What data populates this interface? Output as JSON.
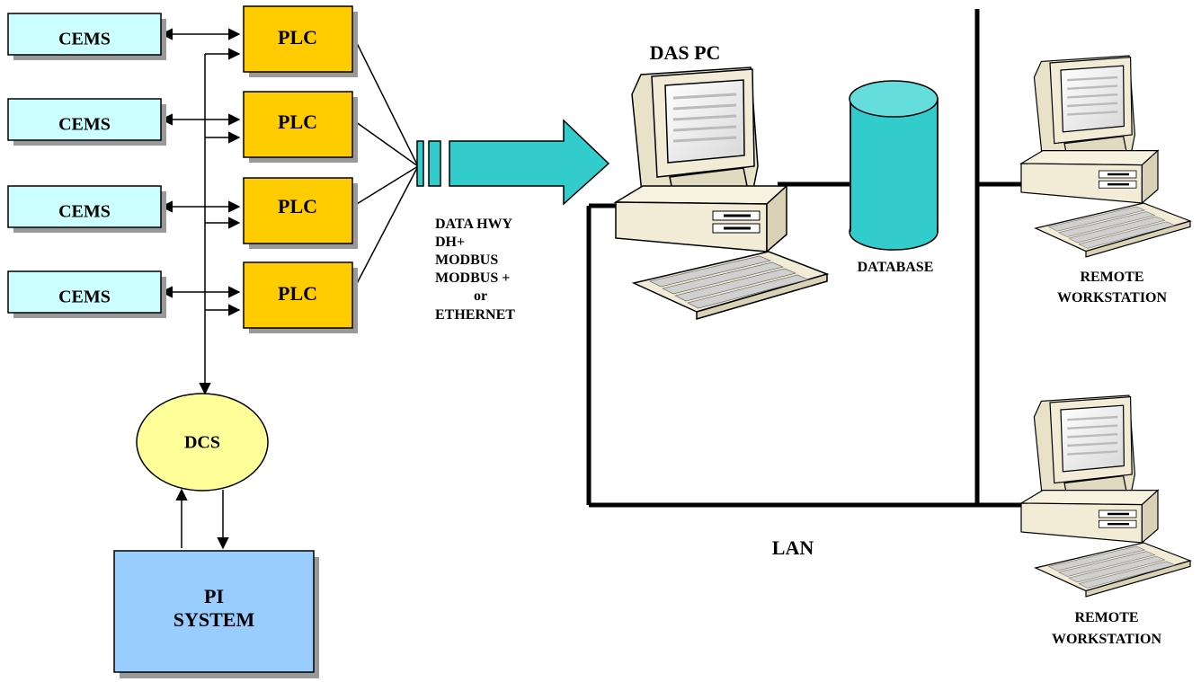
{
  "cems_label": "CEMS",
  "plc_label": "PLC",
  "dcs_label": "DCS",
  "pi_system": {
    "line1": "PI",
    "line2": "SYSTEM"
  },
  "das_pc_label": "DAS PC",
  "database_label": "DATABASE",
  "lan_label": "LAN",
  "protocols": [
    "DATA HWY",
    "DH+",
    "MODBUS",
    "MODBUS +",
    "or",
    "ETHERNET"
  ],
  "remote_workstation": {
    "line1": "REMOTE",
    "line2": "WORKSTATION"
  },
  "colors": {
    "cems_fill": "#ccffff",
    "plc_fill": "#ffcc00",
    "dcs_fill": "#ffff99",
    "pi_fill": "#99ccff",
    "arrow_fill": "#33cccc",
    "database_fill": "#33cccc",
    "pc_body": "#f2ecd6",
    "shadow": "#999999"
  }
}
